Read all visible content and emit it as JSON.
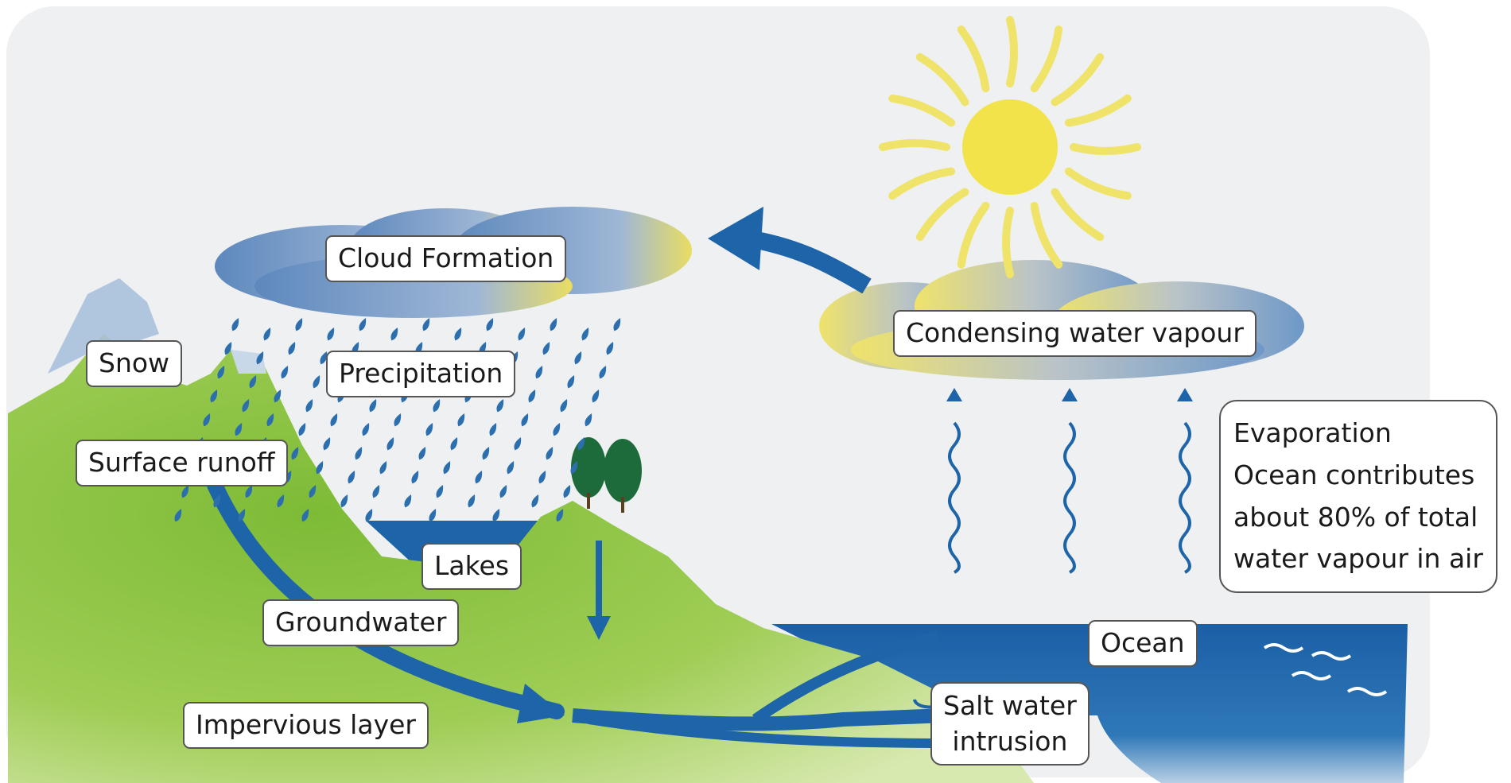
{
  "diagram": {
    "labels": {
      "cloud_formation": "Cloud Formation",
      "condensing": "Condensing water vapour",
      "snow": "Snow",
      "precipitation": "Precipitation",
      "surface_runoff": "Surface runoff",
      "lakes": "Lakes",
      "groundwater": "Groundwater",
      "impervious_layer": "Impervious layer",
      "ocean": "Ocean",
      "salt_water_intrusion": [
        "Salt water",
        "intrusion"
      ],
      "evaporation": [
        "Evaporation",
        "Ocean contributes",
        "about 80% of total",
        "water vapour in air"
      ]
    },
    "colors": {
      "background": "#eef0f1",
      "land": "#8cc43c",
      "land_dark": "#6fae2a",
      "water": "#1e64a8",
      "sun": "#f2e34a",
      "cloud_blue": "#6e98c8",
      "tree": "#1d6b3a"
    }
  }
}
